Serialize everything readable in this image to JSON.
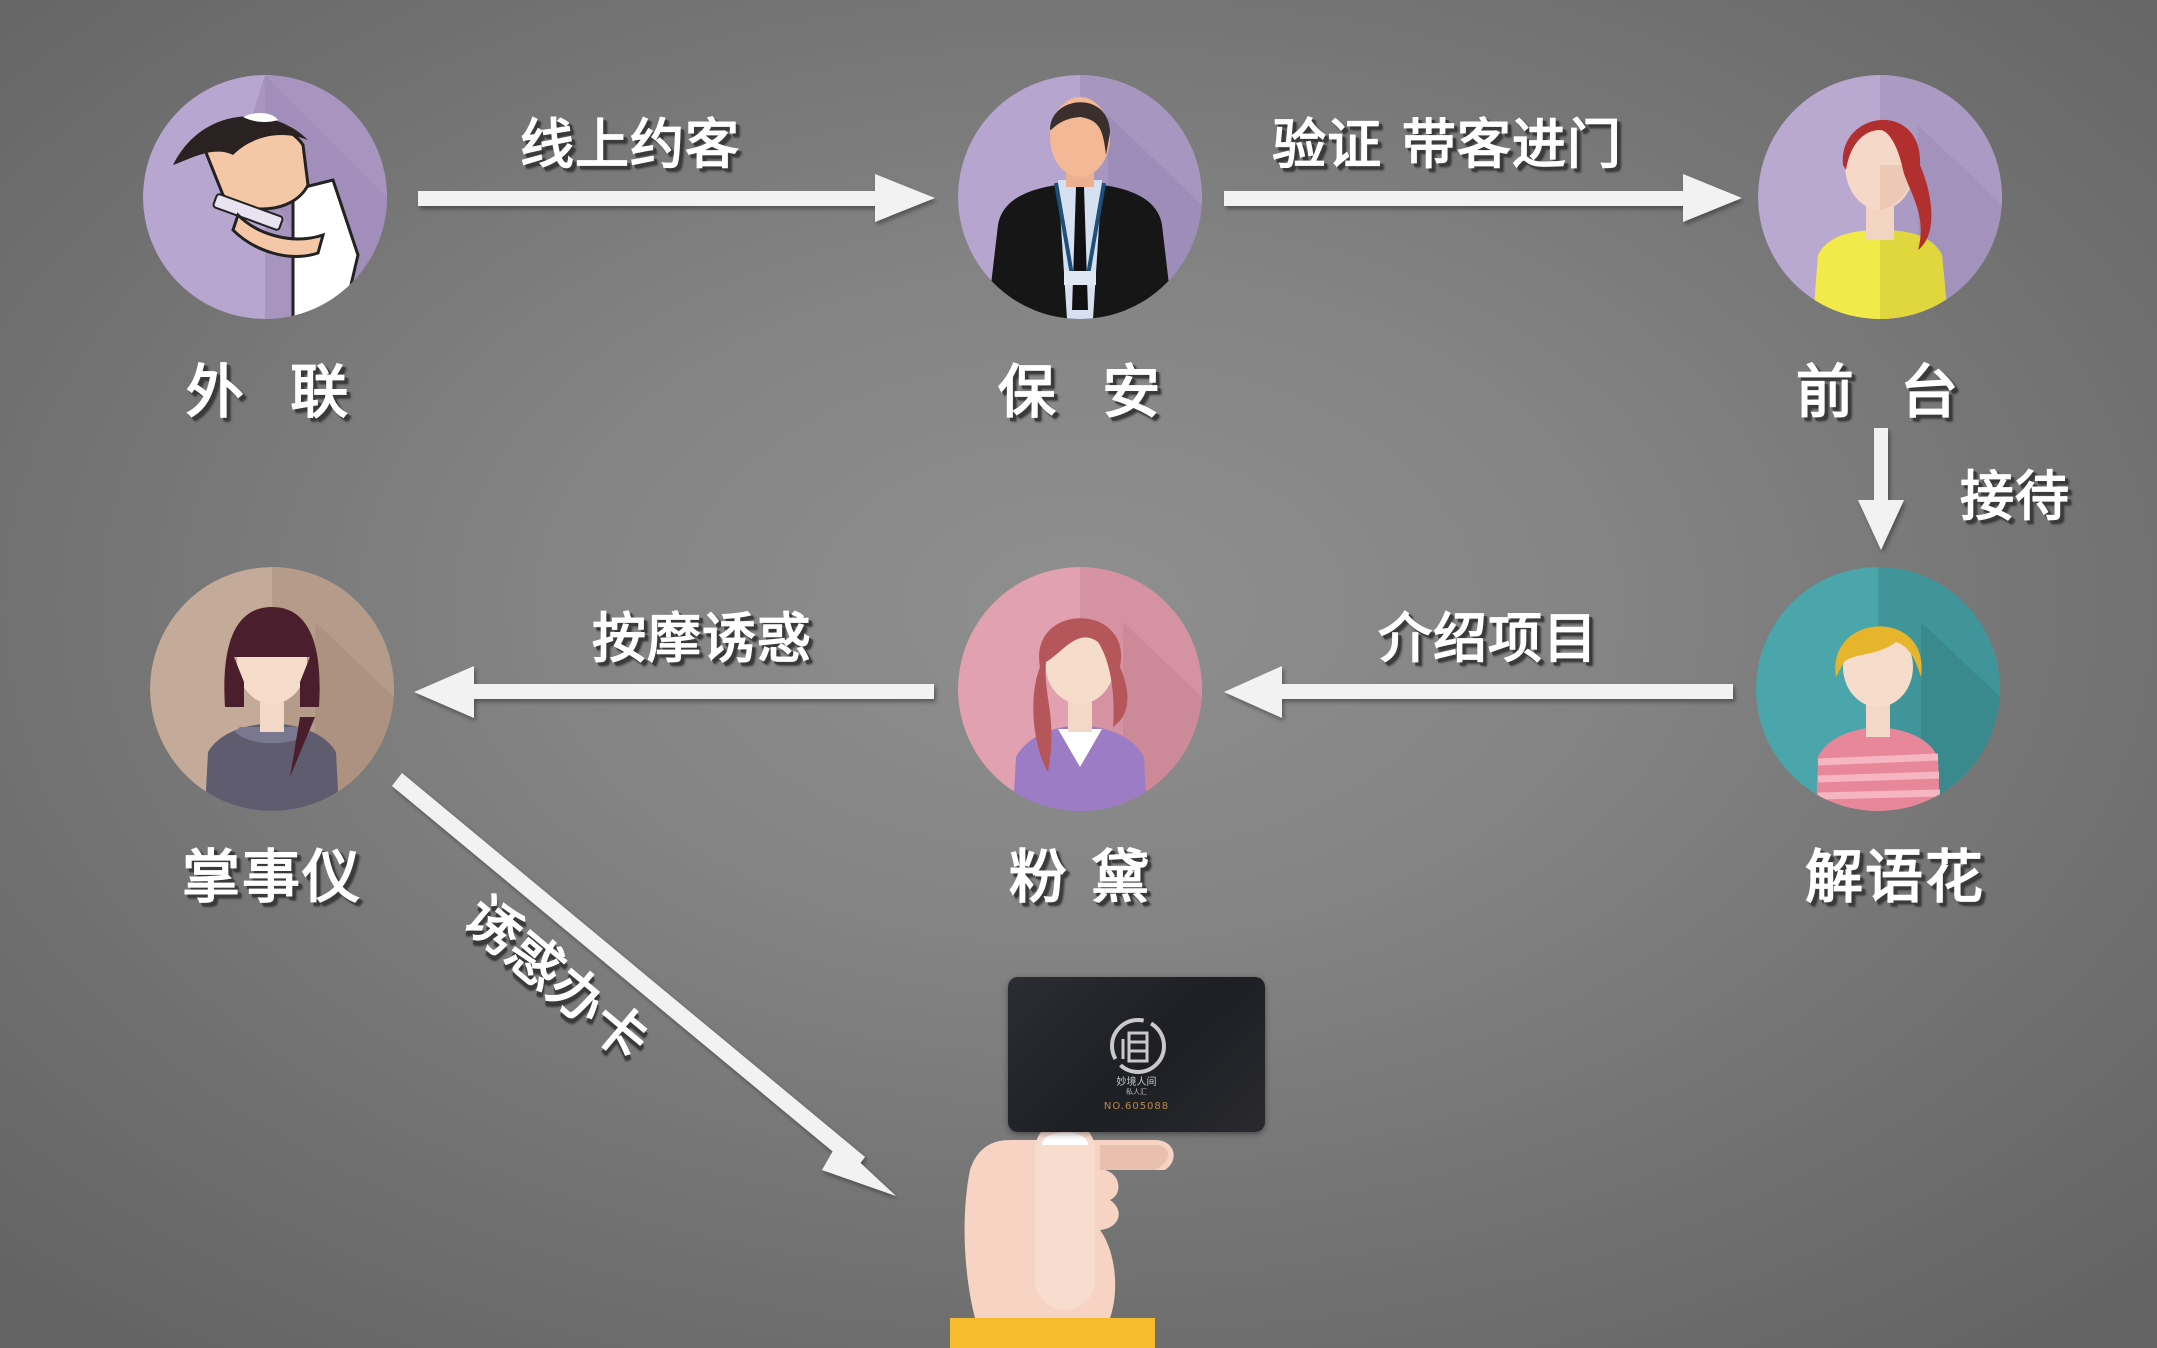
{
  "diagram": {
    "type": "flowchart",
    "background": {
      "center": "#8f8f8f",
      "edge": "#646464"
    },
    "arrow_color": "#f2f2f2",
    "nodes": [
      {
        "id": "n1",
        "label": "外  联",
        "role": "outreach",
        "avatar": "man-looking-at-phone",
        "bg_color": "#b7a6cf"
      },
      {
        "id": "n2",
        "label": "保  安",
        "role": "security",
        "avatar": "man-in-suit-with-lanyard",
        "bg_color": "#b6a5cf"
      },
      {
        "id": "n3",
        "label": "前  台",
        "role": "front-desk",
        "avatar": "red-haired-woman-yellow-top",
        "bg_color": "#b9a9d0"
      },
      {
        "id": "n4",
        "label": "解语花",
        "role": "hostess",
        "avatar": "blonde-woman-striped-top",
        "bg_color": "#4aa6aa"
      },
      {
        "id": "n5",
        "label": "粉 黛",
        "role": "attendant",
        "avatar": "wavy-haired-woman-purple-top",
        "bg_color": "#e2a1b0"
      },
      {
        "id": "n6",
        "label": "掌事仪",
        "role": "manager",
        "avatar": "dark-haired-woman-with-bangs",
        "bg_color": "#c4aa98"
      }
    ],
    "edges": [
      {
        "from": "n1",
        "to": "n2",
        "label": "线上约客",
        "direction": "right"
      },
      {
        "from": "n2",
        "to": "n3",
        "label": "验证 带客进门",
        "direction": "right"
      },
      {
        "from": "n3",
        "to": "n4",
        "label": "接待",
        "direction": "down"
      },
      {
        "from": "n4",
        "to": "n5",
        "label": "介绍项目",
        "direction": "left"
      },
      {
        "from": "n5",
        "to": "n6",
        "label": "按摩诱惑",
        "direction": "left"
      },
      {
        "from": "n6",
        "to": "card",
        "label": "诱惑办卡",
        "direction": "down-right"
      }
    ],
    "card": {
      "logo_glyph": "境",
      "name": "妙境人间",
      "subtitle": "私人汇",
      "number": "NO.605088",
      "held_by": "hand-icon",
      "cuff_color": "#f5bd2e",
      "skin_color": "#f6d3c3"
    }
  }
}
